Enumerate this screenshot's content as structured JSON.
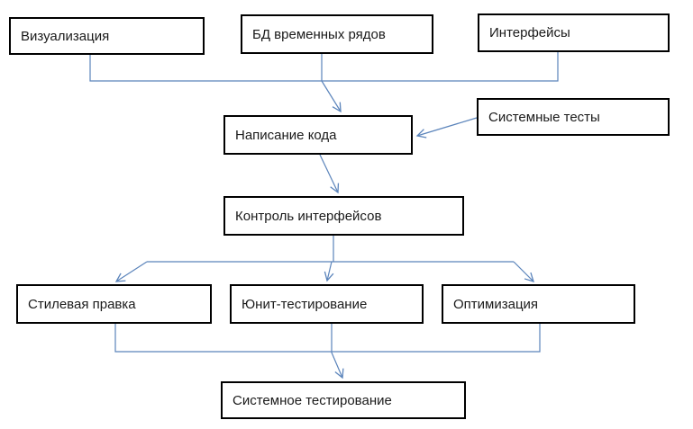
{
  "diagram": {
    "type": "flowchart",
    "language": "ru",
    "colors": {
      "connector": "#5b84bb",
      "node_border": "#000000",
      "node_bg": "#ffffff",
      "text": "#1a1a1a",
      "background": "#ffffff"
    },
    "nodes": [
      {
        "id": "vizualizaciya",
        "label": "Визуализация"
      },
      {
        "id": "bd-vremennyh-ryadov",
        "label": "БД временных рядов"
      },
      {
        "id": "interfeysy",
        "label": "Интерфейсы"
      },
      {
        "id": "sistemnye-testy",
        "label": "Системные тесты"
      },
      {
        "id": "napisanie-koda",
        "label": "Написание кода"
      },
      {
        "id": "kontrol-interfeysov",
        "label": "Контроль интерфейсов"
      },
      {
        "id": "stilevaya-pravka",
        "label": "Стилевая правка"
      },
      {
        "id": "yunit-testirovanie",
        "label": "Юнит-тестирование"
      },
      {
        "id": "optimizaciya",
        "label": "Оптимизация"
      },
      {
        "id": "sistemnoe-testirovanie",
        "label": "Системное тестирование"
      }
    ],
    "edges": [
      {
        "from": "Визуализация",
        "to": "Написание кода"
      },
      {
        "from": "БД временных рядов",
        "to": "Написание кода"
      },
      {
        "from": "Интерфейсы",
        "to": "Написание кода"
      },
      {
        "from": "Системные тесты",
        "to": "Написание кода"
      },
      {
        "from": "Написание кода",
        "to": "Контроль интерфейсов"
      },
      {
        "from": "Контроль интерфейсов",
        "to": "Стилевая правка"
      },
      {
        "from": "Контроль интерфейсов",
        "to": "Юнит-тестирование"
      },
      {
        "from": "Контроль интерфейсов",
        "to": "Оптимизация"
      },
      {
        "from": "Стилевая правка",
        "to": "Системное тестирование"
      },
      {
        "from": "Юнит-тестирование",
        "to": "Системное тестирование"
      },
      {
        "from": "Оптимизация",
        "to": "Системное тестирование"
      }
    ]
  }
}
